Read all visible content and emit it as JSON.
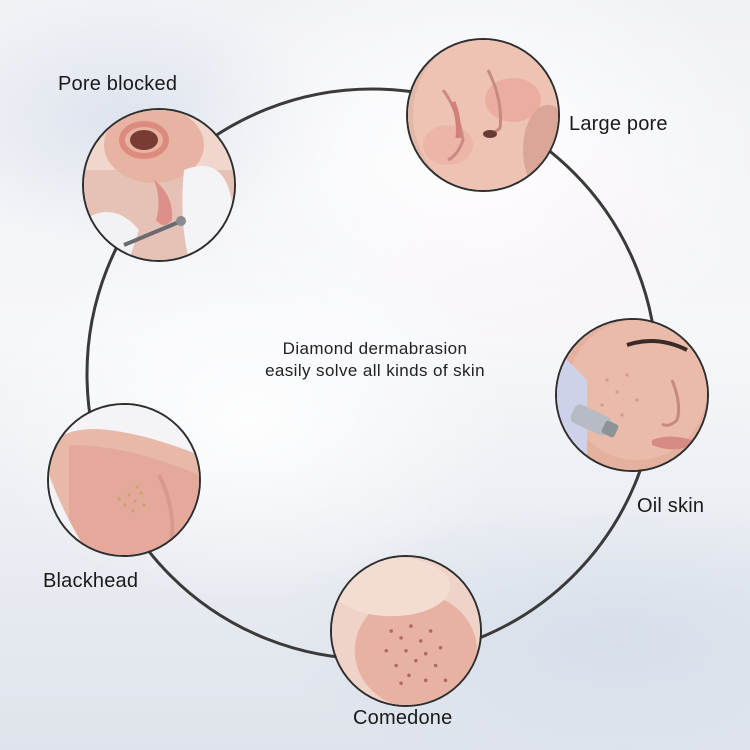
{
  "center_text": {
    "line1": "Diamond dermabrasion",
    "line2": "easily solve all kinds of skin"
  },
  "nodes": {
    "pore_blocked": {
      "label": "Pore blocked",
      "photo": "nose-extraction-tool-photo"
    },
    "large_pore": {
      "label": "Large pore",
      "photo": "face-closeup-photo"
    },
    "oil_skin": {
      "label": "Oil skin",
      "photo": "cheek-treatment-wand-photo"
    },
    "comedone": {
      "label": "Comedone",
      "photo": "nose-pores-closeup-photo"
    },
    "blackhead": {
      "label": "Blackhead",
      "photo": "skin-blackhead-closeup-photo"
    }
  },
  "colors": {
    "ring": "#3a3a3a",
    "text": "#1a1a1a",
    "skin": "#e9b9a6"
  }
}
